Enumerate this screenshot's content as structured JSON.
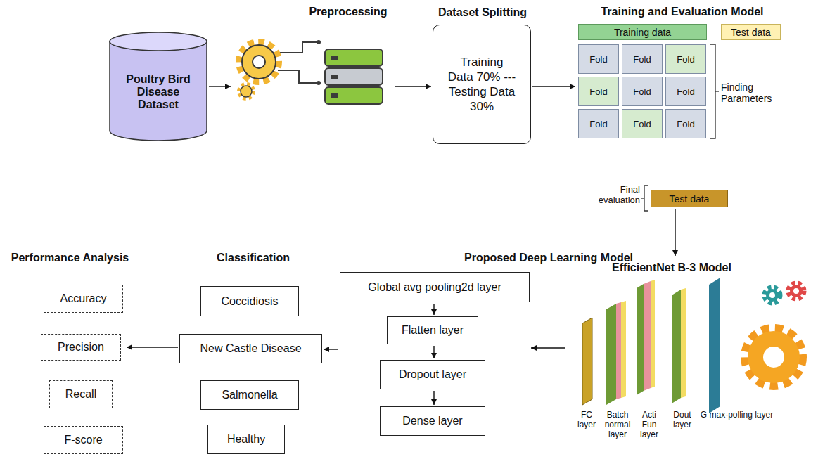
{
  "diagram": {
    "nodes": [
      {
        "text": [
          "Poultry Bird Disease Dataset"
        ]
      },
      {
        "text": [
          "Preprocessing"
        ]
      },
      {
        "text": [
          "Dataset Splitting",
          "Training Data 70% --- Testing Data 30%"
        ]
      },
      {
        "text": [
          "Training and Evaluation Model"
        ]
      },
      {
        "text": [
          "Training data"
        ],
        "in": 3
      },
      {
        "text": [
          "Test data"
        ],
        "in": 3
      },
      {
        "text": [
          "Fold"
        ],
        "in": 3
      },
      {
        "text": [
          "Fold"
        ],
        "in": 3
      },
      {
        "text": [
          "Fold"
        ],
        "in": 3
      },
      {
        "text": [
          "Fold"
        ],
        "in": 3
      },
      {
        "text": [
          "Fold"
        ],
        "in": 3
      },
      {
        "text": [
          "Fold"
        ],
        "in": 3
      },
      {
        "text": [
          "Fold"
        ],
        "in": 3
      },
      {
        "text": [
          "Fold"
        ],
        "in": 3
      },
      {
        "text": [
          "Fold"
        ],
        "in": 3
      },
      {
        "text": [
          "Test data"
        ]
      },
      {
        "text": [
          "EfficientNet B-3 Model"
        ]
      },
      {
        "text": [
          "Proposed Deep Learning Model"
        ]
      },
      {
        "text": [
          "Global avg pooling2d layer"
        ],
        "in": 17
      },
      {
        "text": [
          "Flatten layer"
        ],
        "in": 17
      },
      {
        "text": [
          "Dropout layer"
        ],
        "in": 17
      },
      {
        "text": [
          "Dense layer"
        ],
        "in": 17
      },
      {
        "text": [
          "Classification"
        ]
      },
      {
        "text": [
          "Coccidiosis"
        ],
        "in": 22
      },
      {
        "text": [
          "New Castle Disease"
        ],
        "in": 22
      },
      {
        "text": [
          "Salmonella"
        ],
        "in": 22
      },
      {
        "text": [
          "Healthy"
        ],
        "in": 22
      },
      {
        "text": [
          "Performance Analysis"
        ]
      },
      {
        "text": [
          "Accuracy"
        ],
        "in": 27
      },
      {
        "text": [
          "Precision"
        ],
        "in": 27
      },
      {
        "text": [
          "Recall"
        ],
        "in": 27
      },
      {
        "text": [
          "F-score"
        ],
        "in": 27
      }
    ],
    "edges": [
      {
        "from": 0,
        "to": 1,
        "arrow": "to"
      },
      {
        "from": 1,
        "to": 2,
        "arrow": "to"
      },
      {
        "from": 2,
        "to": 3,
        "arrow": "to"
      },
      {
        "from": 15,
        "to": 16,
        "arrow": "to"
      },
      {
        "from": 16,
        "to": 17,
        "arrow": "to"
      },
      {
        "from": 18,
        "to": 19,
        "arrow": "to"
      },
      {
        "from": 19,
        "to": 20,
        "arrow": "to"
      },
      {
        "from": 20,
        "to": 21,
        "arrow": "to"
      },
      {
        "from": 17,
        "to": 22,
        "arrow": "to"
      },
      {
        "from": 22,
        "to": 27,
        "arrow": "to"
      }
    ],
    "labels": [
      "Finding Parameters",
      "Final evaluation",
      "FC layer",
      "Batch normal layer",
      "Acti Fun layer",
      "Dout layer",
      "G max-polling layer"
    ]
  }
}
